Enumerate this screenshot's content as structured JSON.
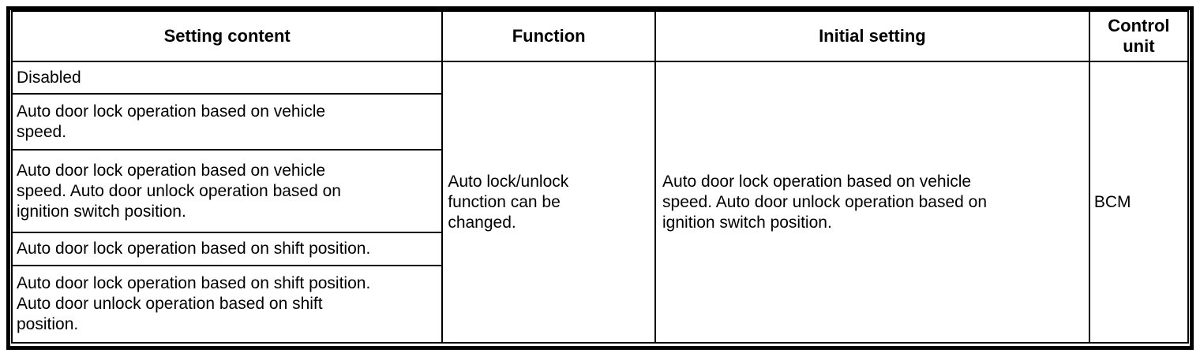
{
  "colors": {
    "border": "#000000",
    "text": "#000000",
    "background": "#ffffff"
  },
  "table": {
    "headers": {
      "setting_content": "Setting content",
      "function": "Function",
      "initial_setting": "Initial setting",
      "control_unit": "Control unit"
    },
    "setting_content_rows": [
      {
        "text": "Disabled"
      },
      {
        "text": "Auto door lock operation based on vehicle\nspeed."
      },
      {
        "text": "Auto door lock operation based on vehicle\nspeed. Auto door unlock operation based on\nignition switch position."
      },
      {
        "text": "Auto door lock operation based on shift position."
      },
      {
        "text": "Auto door lock operation based on shift position.\nAuto door unlock operation based on shift\nposition."
      }
    ],
    "function_text": "Auto lock/unlock\nfunction can be\nchanged.",
    "initial_setting_text": "Auto door lock operation based on vehicle\nspeed. Auto door unlock operation based on\nignition switch position.",
    "control_unit_text": "BCM"
  }
}
